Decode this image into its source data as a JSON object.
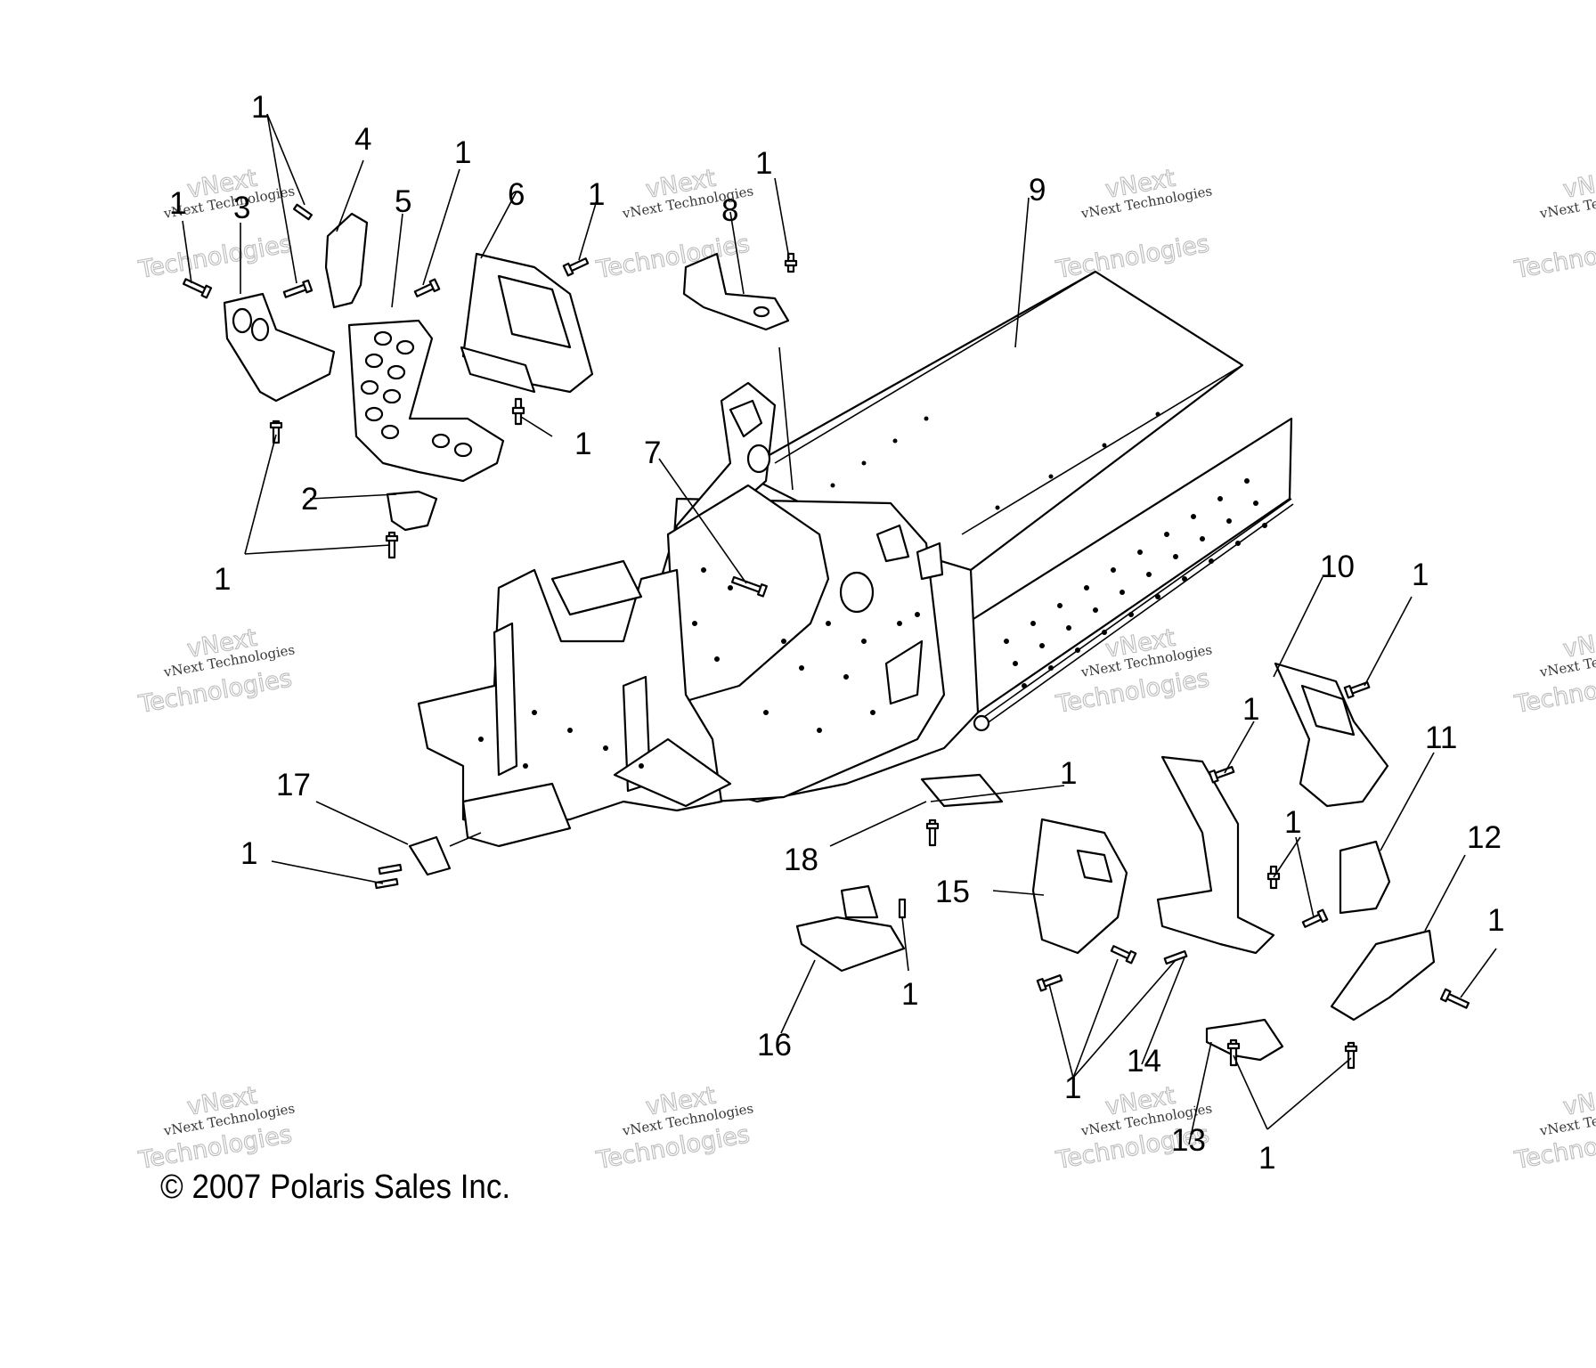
{
  "callouts": {
    "n1": "1",
    "n2": "2",
    "n3": "3",
    "n4": "4",
    "n5": "5",
    "n6": "6",
    "n7": "7",
    "n8": "8",
    "n9": "9",
    "n10": "10",
    "n11": "11",
    "n12": "12",
    "n13": "13",
    "n14": "14",
    "n15": "15",
    "n16": "16",
    "n17": "17",
    "n18": "18"
  },
  "watermark": {
    "line1": "vNext Technologies",
    "line2": "Technologies",
    "line3": "vNext"
  },
  "copyright": "© 2007 Polaris Sales Inc."
}
